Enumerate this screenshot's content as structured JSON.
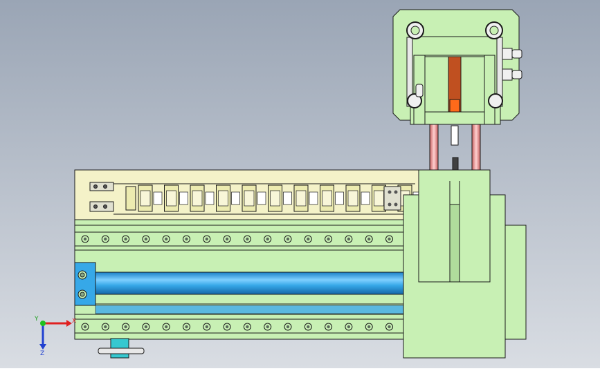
{
  "viewport": {
    "background_top": "#9aa5b5",
    "background_bottom": "#d9dde3"
  },
  "colors": {
    "part_green": "#c8f0b4",
    "part_green_dark": "#b0dc9c",
    "part_yellow": "#f4f2c8",
    "chain_link": "#ecebb0",
    "cylinder_blue": "#36a8e8",
    "cylinder_blue_light": "#7fd0ff",
    "rod_pink": "#f0a0a0",
    "slot_red": "#c05020",
    "slot_orange": "#ff6a1a",
    "outline": "#1a1a1a"
  },
  "icons": {
    "cylinder": "pneumatic-cylinder-icon",
    "chain": "cable-drag-chain-icon",
    "screws": "hex-bolt-icon"
  },
  "triad": {
    "x_label": "X",
    "y_label": "Y",
    "z_label": "Z",
    "x_color": "#e02020",
    "z_color": "#2040d0",
    "origin_color": "#20c020"
  }
}
